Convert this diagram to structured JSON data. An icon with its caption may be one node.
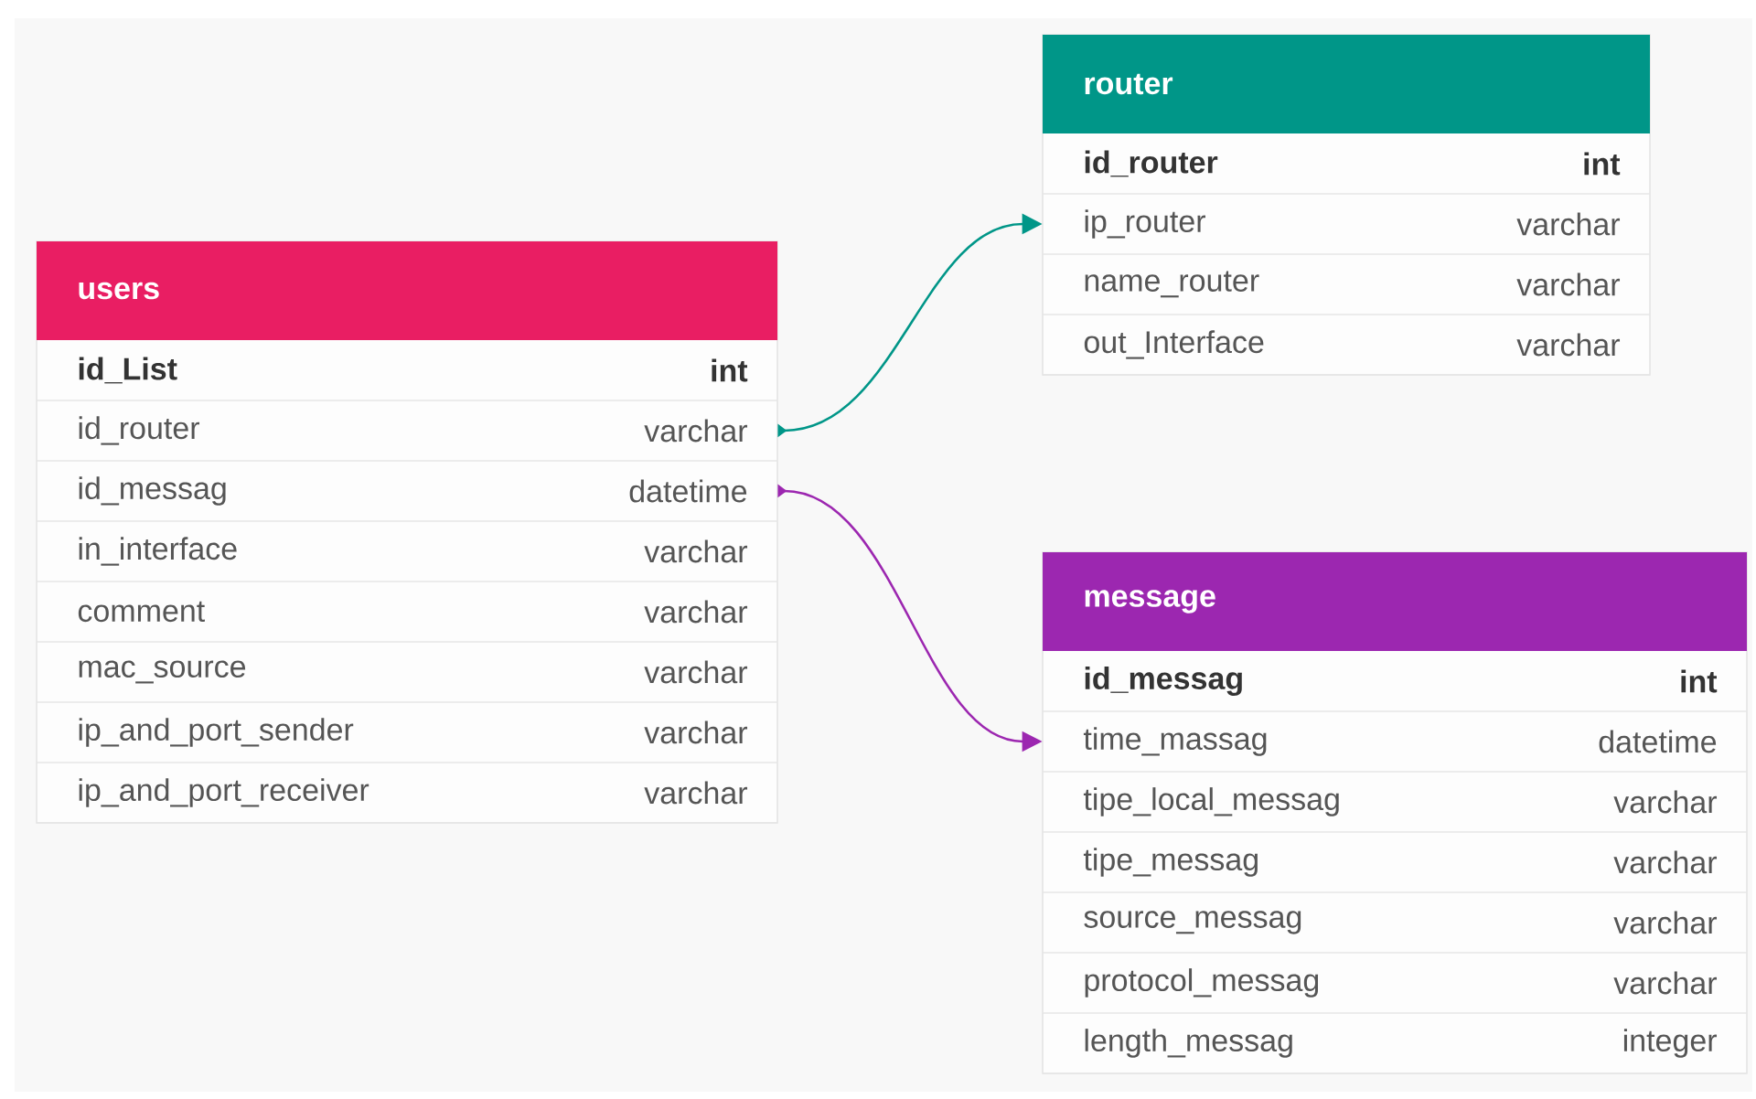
{
  "diagram": {
    "nodes": [
      {
        "text": [
          "users"
        ]
      },
      {
        "text": [
          "id_List",
          "int"
        ],
        "in": 0
      },
      {
        "text": [
          "id_router",
          "varchar"
        ],
        "in": 0
      },
      {
        "text": [
          "id_messag",
          "datetime"
        ],
        "in": 0
      },
      {
        "text": [
          "in_interface",
          "varchar"
        ],
        "in": 0
      },
      {
        "text": [
          "comment",
          "varchar"
        ],
        "in": 0
      },
      {
        "text": [
          "mac_source",
          "varchar"
        ],
        "in": 0
      },
      {
        "text": [
          "ip_and_port_sender",
          "varchar"
        ],
        "in": 0
      },
      {
        "text": [
          "ip_and_port_receiver",
          "varchar"
        ],
        "in": 0
      },
      {
        "text": [
          "router"
        ]
      },
      {
        "text": [
          "id_router",
          "int"
        ],
        "in": 9
      },
      {
        "text": [
          "ip_router",
          "varchar"
        ],
        "in": 9
      },
      {
        "text": [
          "name_router",
          "varchar"
        ],
        "in": 9
      },
      {
        "text": [
          "out_Interface",
          "varchar"
        ],
        "in": 9
      },
      {
        "text": [
          "message"
        ]
      },
      {
        "text": [
          "id_messag",
          "int"
        ],
        "in": 14
      },
      {
        "text": [
          "time_massag",
          "datetime"
        ],
        "in": 14
      },
      {
        "text": [
          "tipe_local_messag",
          "varchar"
        ],
        "in": 14
      },
      {
        "text": [
          "tipe_messag",
          "varchar"
        ],
        "in": 14
      },
      {
        "text": [
          "source_messag",
          "varchar"
        ],
        "in": 14
      },
      {
        "text": [
          "protocol_messag",
          "varchar"
        ],
        "in": 14
      },
      {
        "text": [
          "length_messag",
          "integer"
        ],
        "in": 14
      }
    ],
    "edges": [
      {
        "from": 2,
        "to": 11,
        "arrow": "to",
        "color": "#009688"
      },
      {
        "from": 3,
        "to": 16,
        "arrow": "to",
        "color": "#9c27b0"
      }
    ]
  }
}
